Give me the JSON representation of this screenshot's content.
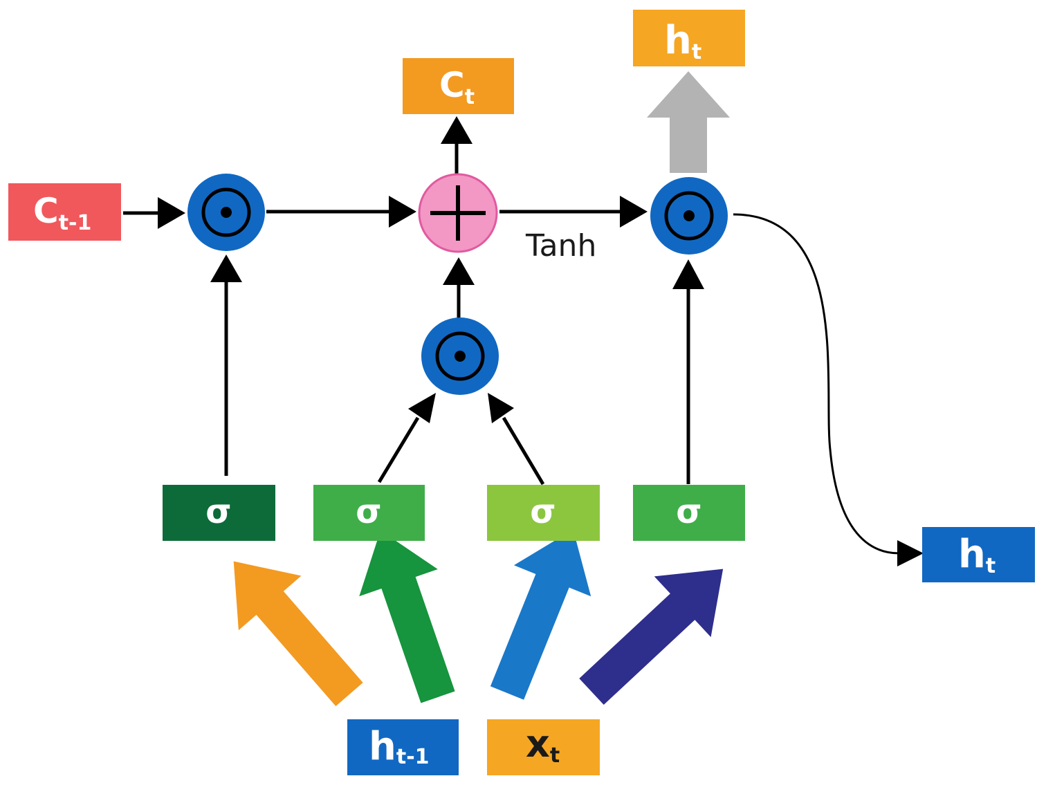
{
  "labels": {
    "c_prev": {
      "main": "C",
      "sub": "t-1"
    },
    "c_t": {
      "main": "C",
      "sub": "t"
    },
    "h_out_top": {
      "main": "h",
      "sub": "t"
    },
    "h_out_right": {
      "main": "h",
      "sub": "t"
    },
    "h_prev": {
      "main": "h",
      "sub": "t-1"
    },
    "x_t": {
      "main": "x",
      "sub": "t"
    },
    "tanh": "Tanh",
    "sigma": "σ"
  },
  "colors": {
    "c_prev_box": "#f0585c",
    "c_t_box": "#f39a21",
    "h_out_top_box": "#f5a623",
    "h_out_right_box": "#1168c2",
    "h_prev_box": "#1168c2",
    "x_t_box": "#f5a623",
    "sigma_1": "#0d6b3a",
    "sigma_2": "#3fae49",
    "sigma_3": "#8cc63f",
    "sigma_4": "#3fae49",
    "hadamard_fill": "#1168c2",
    "sum_fill": "#f397c4",
    "arrow_orange": "#f39a21",
    "arrow_green": "#16943e",
    "arrow_blue": "#1a78c8",
    "arrow_indigo": "#2e2e8c",
    "arrow_gray": "#b3b3b3"
  }
}
